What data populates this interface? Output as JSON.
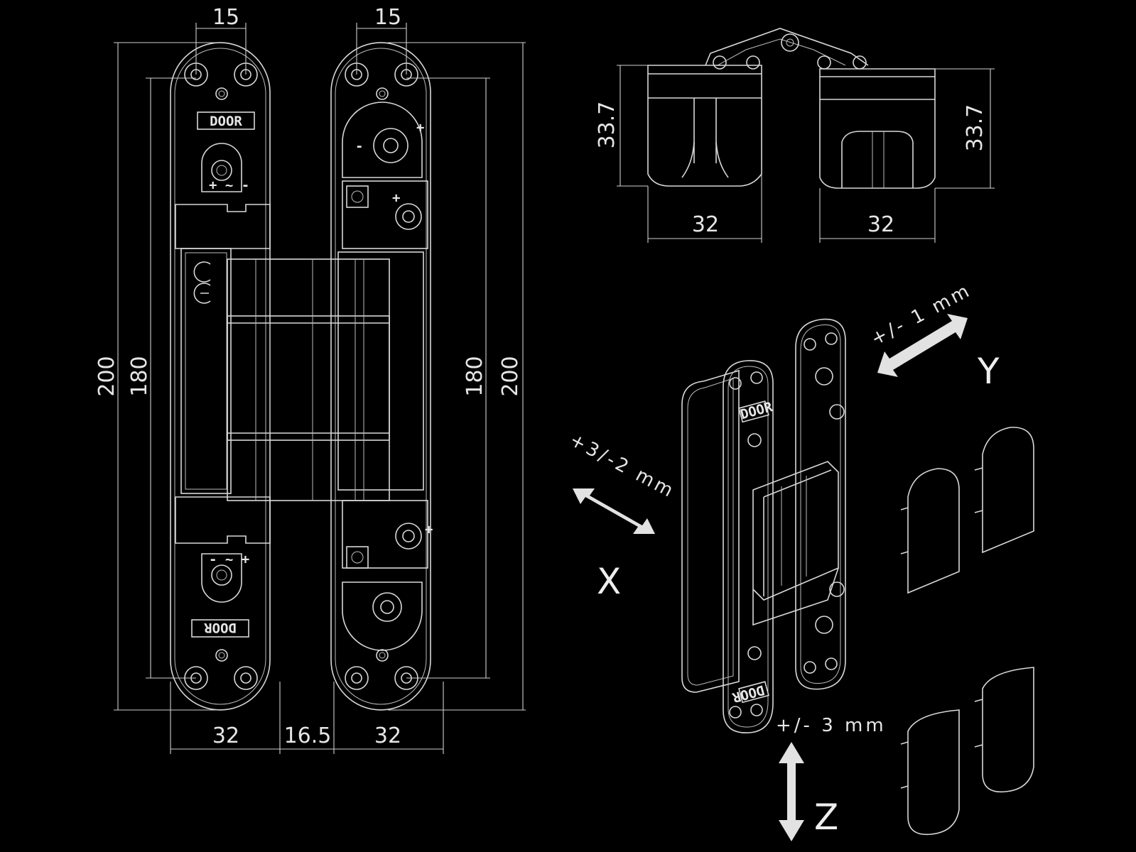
{
  "dimensions": {
    "top_width_left": "15",
    "top_width_right": "15",
    "overall_height_left": "200",
    "screw_height_left": "180",
    "screw_height_right": "180",
    "overall_height_right": "200",
    "leaf_width_left": "32",
    "gap_width": "16.5",
    "leaf_width_right": "32",
    "depth_left": "33.7",
    "depth_right": "33.7",
    "side_width_left": "32",
    "side_width_right": "32"
  },
  "leaf_logos": [
    "DOOR",
    "DOOR"
  ],
  "adjustments": {
    "x": {
      "axis": "X",
      "range": "+3/-2 mm"
    },
    "y": {
      "axis": "Y",
      "range": "+/- 1 mm"
    },
    "z": {
      "axis": "Z",
      "range": "+/- 3 mm"
    }
  },
  "colors": {
    "background": "#000000",
    "line": "#d8d8d8",
    "arrow": "#e2e2e2"
  }
}
